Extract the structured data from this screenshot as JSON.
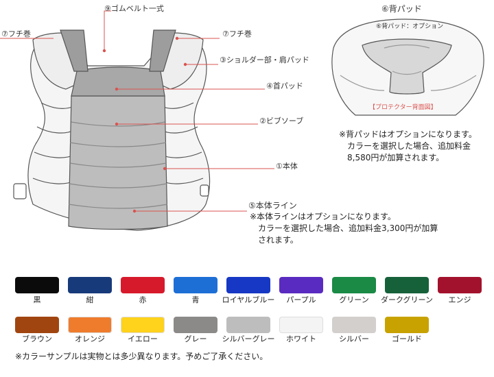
{
  "labels": {
    "gomu_belt": "⑨ゴムベルト一式",
    "fuchimaki_left": "⑦フチ巻",
    "fuchimaki_right": "⑦フチ巻",
    "shoulder": "③ショルダー部・肩パッド",
    "neck_pad": "④首パッド",
    "bib_sob": "②ビブソーブ",
    "body": "①本体",
    "body_line": "⑤本体ライン"
  },
  "back": {
    "title": "⑥背パッド",
    "inner_label": "⑥背パッド：オプション",
    "caption": "【プロテクター背面図】"
  },
  "notes": {
    "body_line": [
      "※本体ラインはオプションになります。",
      "カラーを選択した場合、追加料金3,300円が加算",
      "されます。"
    ],
    "back_pad": [
      "※背パッドはオプションになります。",
      "カラーを選択した場合、追加料金",
      "8,580円が加算されます。"
    ]
  },
  "colors": [
    {
      "name": "黒",
      "hex": "#0b0b0b"
    },
    {
      "name": "紺",
      "hex": "#173a7a"
    },
    {
      "name": "赤",
      "hex": "#d71a2b"
    },
    {
      "name": "青",
      "hex": "#1d6fd6"
    },
    {
      "name": "ロイヤルブルー",
      "hex": "#1638c4"
    },
    {
      "name": "パープル",
      "hex": "#5a2bc0"
    },
    {
      "name": "グリーン",
      "hex": "#1a8a45"
    },
    {
      "name": "ダークグリーン",
      "hex": "#16613a"
    },
    {
      "name": "エンジ",
      "hex": "#a3122c"
    },
    {
      "name": "ブラウン",
      "hex": "#a14510"
    },
    {
      "name": "オレンジ",
      "hex": "#ef7c2c"
    },
    {
      "name": "イエロー",
      "hex": "#ffd21c"
    },
    {
      "name": "グレー",
      "hex": "#8c8a89"
    },
    {
      "name": "シルバーグレー",
      "hex": "#bdbdbd"
    },
    {
      "name": "ホワイト",
      "hex": "#f4f4f4"
    },
    {
      "name": "シルバー",
      "hex": "#d2cfcd"
    },
    {
      "name": "ゴールド",
      "hex": "#c8a200"
    }
  ],
  "footer": "※カラーサンプルは実物とは多少異なります。予めご了承ください。"
}
